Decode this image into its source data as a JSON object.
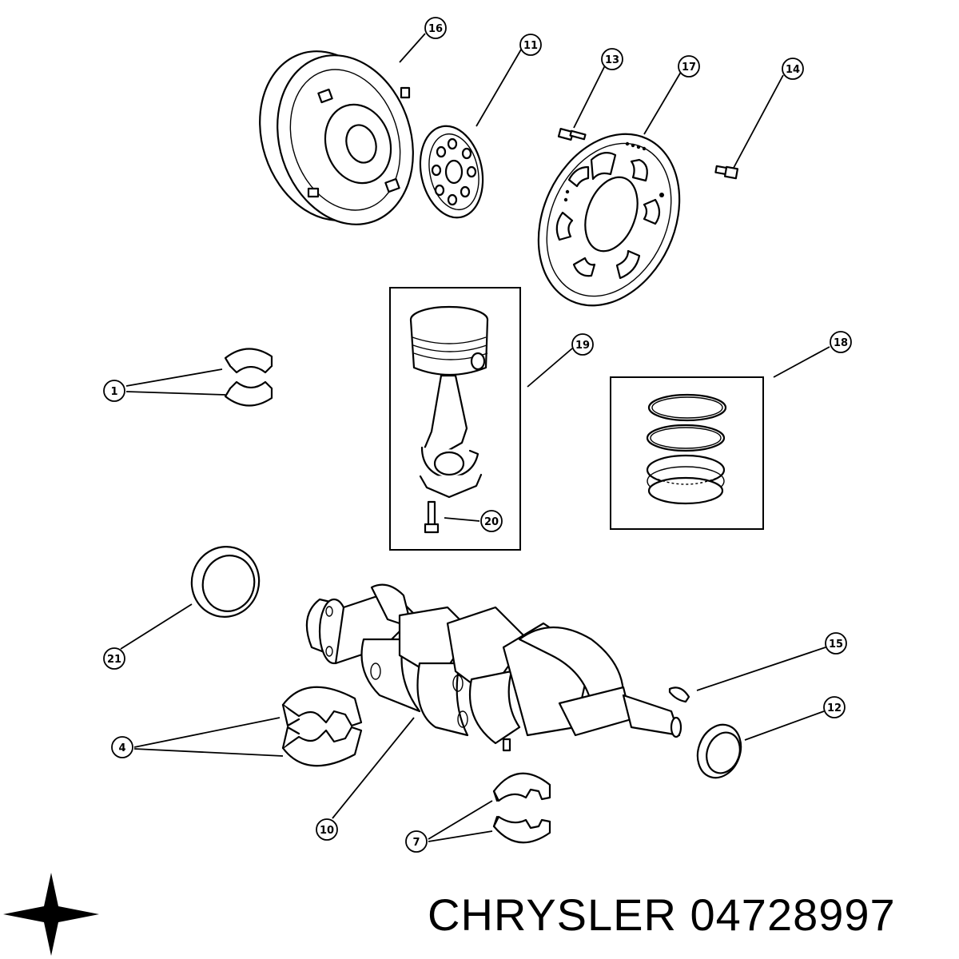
{
  "caption": {
    "brand": "CHRYSLER",
    "part_number": "04728997"
  },
  "callouts": [
    {
      "id": "c16",
      "label": "16"
    },
    {
      "id": "c11",
      "label": "11"
    },
    {
      "id": "c13",
      "label": "13"
    },
    {
      "id": "c17",
      "label": "17"
    },
    {
      "id": "c14",
      "label": "14"
    },
    {
      "id": "c1",
      "label": "1"
    },
    {
      "id": "c19",
      "label": "19"
    },
    {
      "id": "c18",
      "label": "18"
    },
    {
      "id": "c20",
      "label": "20"
    },
    {
      "id": "c21",
      "label": "21"
    },
    {
      "id": "c15",
      "label": "15"
    },
    {
      "id": "c12",
      "label": "12"
    },
    {
      "id": "c4",
      "label": "4"
    },
    {
      "id": "c10",
      "label": "10"
    },
    {
      "id": "c7",
      "label": "7"
    }
  ],
  "logo": {
    "icon": "pentastar-icon"
  }
}
